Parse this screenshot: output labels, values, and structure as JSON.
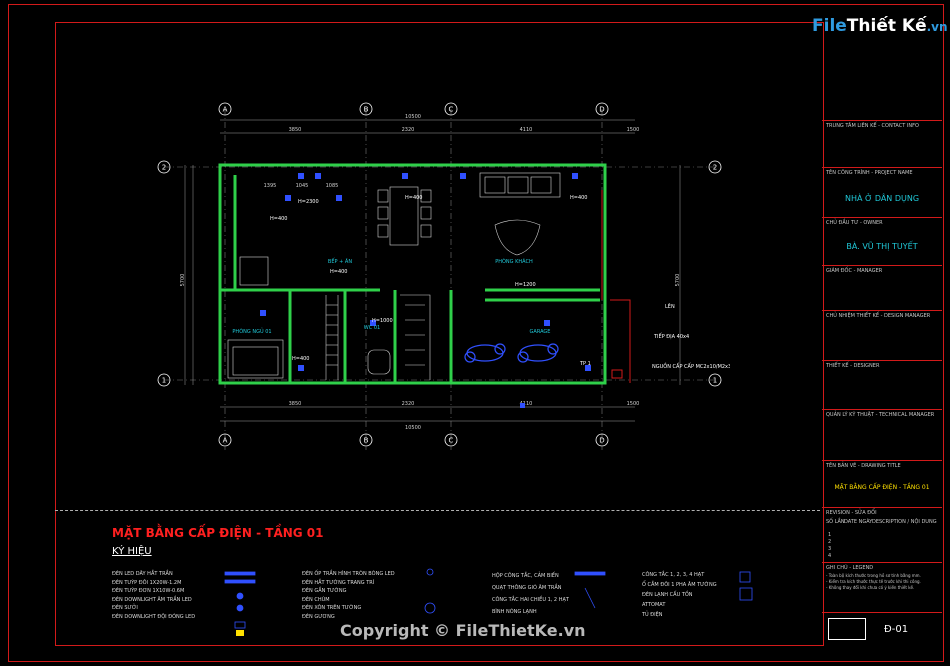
{
  "logo": {
    "brand_a": "File",
    "brand_b": "Thiết Kế",
    "brand_c": ".vn"
  },
  "watermark": "Copyright © FileThietKe.vn",
  "grid_axes": {
    "top_letters": [
      "A",
      "B",
      "C",
      "D"
    ],
    "rows": [
      "2",
      "1"
    ]
  },
  "dimensions": {
    "top_total": "10500",
    "top_parts": [
      "3850",
      "2320",
      "4110",
      "1500"
    ],
    "bottom_parts": [
      "3850",
      "2320",
      "4110",
      "1500"
    ],
    "bottom_total": "10500",
    "left_total": "5700",
    "right_total": "5700",
    "kitchen_sub": [
      "1395",
      "1045",
      "1085"
    ]
  },
  "rooms": {
    "kitchen": "BẾP + ĂN",
    "living": "PHÒNG KHÁCH",
    "bedroom": "PHÒNG NGỦ 01",
    "wc": "WC 01",
    "garage": "GARAGE"
  },
  "heights": [
    "H=400",
    "H=2300",
    "H=400",
    "H=400",
    "H=400",
    "H=1200",
    "H=400",
    "H=1000"
  ],
  "notes": {
    "stair": "LÊN",
    "ground": "TIẾP ĐỊA 40x4",
    "power": "NGUỒN CẤP CẤP MC2x10/M2x3",
    "tp": "TP 1"
  },
  "title_block": {
    "company_label": "TRUNG TÂM LIÊN KẾ - CONTACT INFO",
    "project_label": "TÊN CÔNG TRÌNH - PROJECT NAME",
    "project_name": "NHÀ Ở DÂN DỤNG",
    "owner_label": "CHỦ ĐẦU TƯ - OWNER",
    "owner_name": "BÀ. VŨ THỊ TUYẾT",
    "director_label": "GIÁM ĐỐC - MANAGER",
    "leader_label": "CHỦ NHIỆM THIẾT KẾ - DESIGN MANAGER",
    "designer_label": "THIẾT KẾ - DESIGNER",
    "checker_label": "QUẢN LÝ KỸ THUẬT - TECHNICAL MANAGER",
    "drawing_label": "TÊN BẢN VẼ - DRAWING TITLE",
    "drawing_title": "MẶT BẰNG CẤP ĐIỆN - TẦNG 01",
    "revision_label": "REVISION - SỬA ĐỔI",
    "rev_cols": [
      "SỐ LẦN",
      "DATE NGÀY",
      "DESCRIPTION / NỘI DUNG"
    ],
    "rev_rows": [
      "1",
      "2",
      "3",
      "4"
    ],
    "notes_label": "GHI CHÚ - LEGEND",
    "notes_text": [
      "- Toàn bộ kích thước trong hồ sơ tính bằng mm.",
      "- Kiểm tra kích thước thực tế trước khi thi công.",
      "- Không thay đổi khi chưa có ý kiến thiết kế."
    ],
    "sheet_no": "Đ-01"
  },
  "legend": {
    "title": "MẶT BẰNG CẤP ĐIỆN - TẦNG 01",
    "subtitle": "KÝ HIỆU",
    "col1": [
      "ĐÈN LED DÂY HẮT TRẦN",
      "ĐÈN TUÝP ĐÔI 1X20W-1.2M",
      "ĐÈN TUÝP ĐƠN 1X10W-0.6M",
      "ĐÈN DOWNLIGHT ÂM TRẦN LED",
      "ĐÈN SƯỞI",
      "ĐÈN DOWNLIGHT ĐỘI ĐÓNG LED"
    ],
    "col2": [
      "ĐÈN ỐP TRẦN HÌNH TRÒN BÓNG LED",
      "ĐÈN HẮT TƯỜNG TRANG TRÍ",
      "ĐÈN GẮN TƯỜNG",
      "ĐÈN CHÙM",
      "ĐÈN XÔN TRÊN TƯỜNG",
      "ĐÈN GƯƠNG"
    ],
    "col3": [
      "HỘP CÔNG TẮC, CẢM BIẾN",
      "QUẠT THÔNG GIÓ ÂM TRẦN",
      "CÔNG TẮC HAI CHIỀU 1, 2 HẠT",
      "BÌNH NÓNG LẠNH"
    ],
    "col4": [
      "CÔNG TẮC 1, 2, 3, 4 HẠT",
      "Ổ CẮM ĐÔI 1 PHA ÂM TƯỜNG",
      "ĐÈN LẠNH CẤU TỒN",
      "ATTOMAT",
      "TỦ ĐIỆN"
    ]
  },
  "colors": {
    "frame": "#d21a1a",
    "wall": "#2fd04a",
    "cyan": "#20c8d8",
    "yellow": "#ffe000",
    "blue": "#3050ff"
  }
}
